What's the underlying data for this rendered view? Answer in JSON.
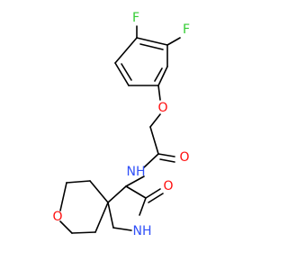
{
  "molecule": {
    "atom_colors": {
      "F": "#33cc33",
      "O": "#ff0d0d",
      "N": "#3050f8",
      "C": "#000000"
    },
    "bond_color": "#000000",
    "labels": {
      "f1": "F",
      "f2": "F",
      "o_ether_phenoxy": "O",
      "o_amide": "O",
      "n_amide": "NH",
      "o_lactam": "O",
      "n_lactam": "NH",
      "o_ring": "O"
    }
  }
}
